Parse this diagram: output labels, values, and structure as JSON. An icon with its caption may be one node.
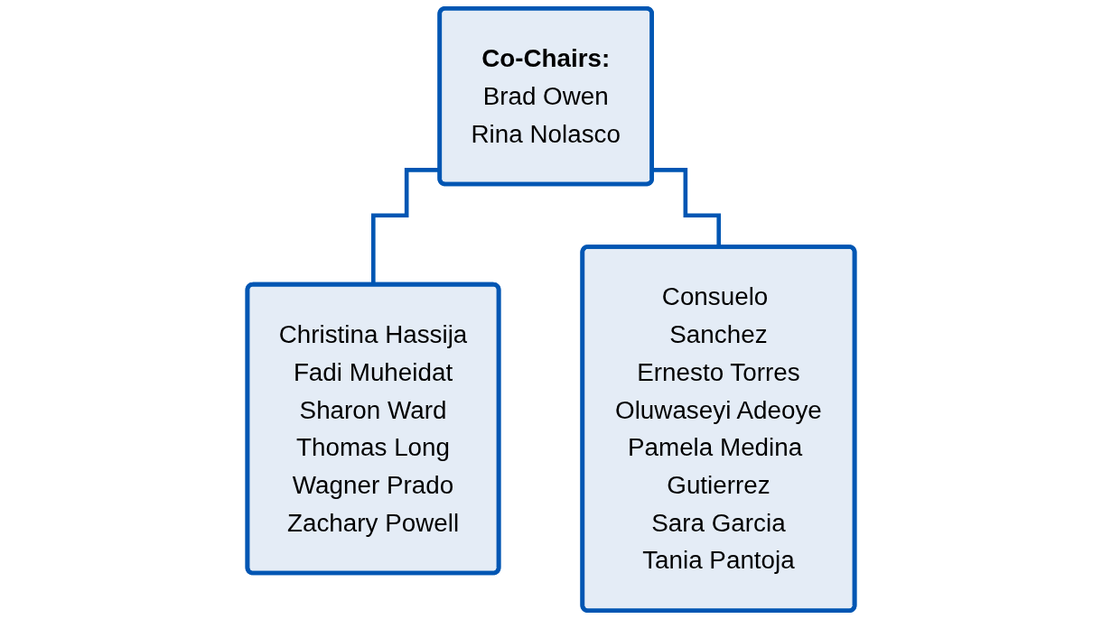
{
  "diagram": {
    "nodes": [
      {
        "text": [
          "Co-Chairs:",
          "Brad Owen",
          "Rina Nolasco"
        ]
      },
      {
        "text": [
          "Christina Hassija",
          "Fadi Muheidat",
          "Sharon Ward",
          "Thomas Long",
          "Wagner Prado",
          "Zachary Powell"
        ]
      },
      {
        "text": [
          "Consuelo Sanchez",
          "Ernesto Torres",
          "Oluwaseyi Adeoye",
          "Pamela Medina Gutierrez",
          "Sara Garcia",
          "Tania Pantoja"
        ]
      }
    ],
    "edges": [
      {
        "from": 0,
        "to": 1,
        "arrow": "none"
      },
      {
        "from": 0,
        "to": 2,
        "arrow": "none"
      }
    ]
  }
}
